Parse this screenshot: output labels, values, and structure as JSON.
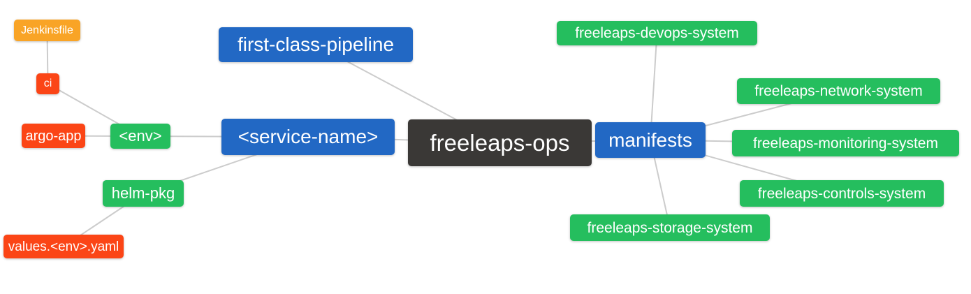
{
  "colors": {
    "blue": "#2268c4",
    "green": "#25be5e",
    "red": "#fb4516",
    "orange": "#f9a426",
    "dark": "#3a3836",
    "edge": "#cccccc",
    "text": "#ffffff",
    "background": "#ffffff"
  },
  "nodes": [
    {
      "id": "jenkinsfile",
      "label": "Jenkinsfile",
      "color": "orange"
    },
    {
      "id": "ci",
      "label": "ci",
      "color": "red"
    },
    {
      "id": "argo-app",
      "label": "argo-app",
      "color": "red"
    },
    {
      "id": "env",
      "label": "<env>",
      "color": "green"
    },
    {
      "id": "helm-pkg",
      "label": "helm-pkg",
      "color": "green"
    },
    {
      "id": "values-env-yaml",
      "label": "values.<env>.yaml",
      "color": "red"
    },
    {
      "id": "first-class-pipeline",
      "label": "first-class-pipeline",
      "color": "blue"
    },
    {
      "id": "service-name",
      "label": "<service-name>",
      "color": "blue"
    },
    {
      "id": "freeleaps-ops",
      "label": "freeleaps-ops",
      "color": "dark"
    },
    {
      "id": "manifests",
      "label": "manifests",
      "color": "blue"
    },
    {
      "id": "freeleaps-devops-system",
      "label": "freeleaps-devops-system",
      "color": "green"
    },
    {
      "id": "freeleaps-network-system",
      "label": "freeleaps-network-system",
      "color": "green"
    },
    {
      "id": "freeleaps-monitoring-system",
      "label": "freeleaps-monitoring-system",
      "color": "green"
    },
    {
      "id": "freeleaps-controls-system",
      "label": "freeleaps-controls-system",
      "color": "green"
    },
    {
      "id": "freeleaps-storage-system",
      "label": "freeleaps-storage-system",
      "color": "green"
    }
  ],
  "edges": [
    [
      "jenkinsfile",
      "ci"
    ],
    [
      "ci",
      "env"
    ],
    [
      "argo-app",
      "env"
    ],
    [
      "env",
      "service-name"
    ],
    [
      "service-name",
      "helm-pkg"
    ],
    [
      "helm-pkg",
      "values-env-yaml"
    ],
    [
      "service-name",
      "freeleaps-ops"
    ],
    [
      "first-class-pipeline",
      "freeleaps-ops"
    ],
    [
      "freeleaps-ops",
      "manifests"
    ],
    [
      "manifests",
      "freeleaps-devops-system"
    ],
    [
      "manifests",
      "freeleaps-network-system"
    ],
    [
      "manifests",
      "freeleaps-monitoring-system"
    ],
    [
      "manifests",
      "freeleaps-controls-system"
    ],
    [
      "manifests",
      "freeleaps-storage-system"
    ]
  ]
}
